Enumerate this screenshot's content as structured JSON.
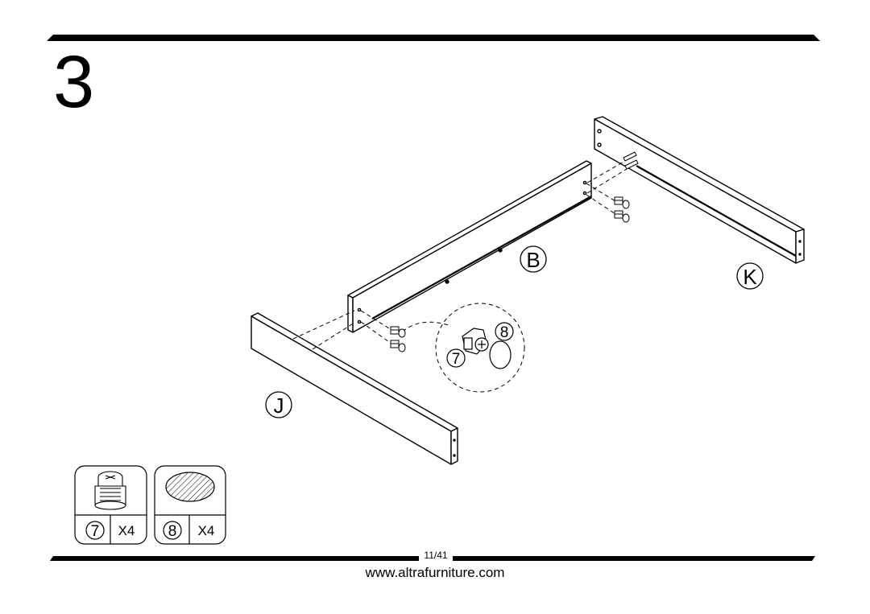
{
  "step": {
    "number": "3"
  },
  "parts": {
    "B": "B",
    "J": "J",
    "K": "K"
  },
  "detail": {
    "label_7": "7",
    "label_8": "8"
  },
  "hardware": [
    {
      "id": "7",
      "qty": "X4",
      "icon": "cam-lock-icon"
    },
    {
      "id": "8",
      "qty": "X4",
      "icon": "cover-cap-icon"
    }
  ],
  "footer": {
    "page": "11/41",
    "website": "www.altrafurniture.com"
  }
}
